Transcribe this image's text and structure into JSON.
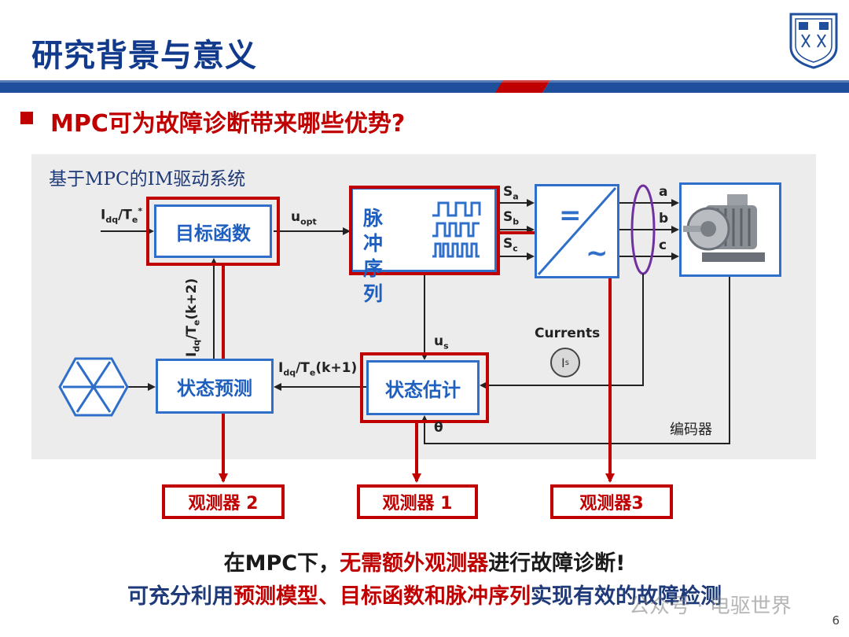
{
  "header": {
    "title": "研究背景与意义",
    "question": "MPC可为故障诊断带来哪些优势?"
  },
  "diagram": {
    "panel_title": "基于MPC的IM驱动系统",
    "blocks": {
      "target_function": "目标函数",
      "pulse_seq_line1": "脉 冲",
      "pulse_seq_line2": "序 列",
      "state_estimation": "状态估计",
      "state_prediction": "状态预测",
      "inverter_dc": "=",
      "inverter_ac": "~"
    },
    "labels": {
      "ref_input": "I",
      "ref_input_sub": "dq",
      "ref_input_rest": "/T",
      "ref_input_e": "e",
      "ref_input_star": "*",
      "u_opt": "u",
      "u_opt_sub": "opt",
      "Sa": "S",
      "Sa_sub": "a",
      "Sb": "S",
      "Sb_sub": "b",
      "Sc": "S",
      "Sc_sub": "c",
      "phase_a": "a",
      "phase_b": "b",
      "phase_c": "c",
      "feedback_vertical": "I",
      "feedback_vertical_sub": "dq",
      "feedback_vertical_rest": "/T",
      "feedback_vertical_e": "e",
      "feedback_vertical_k": "(k+2)",
      "pred_input": "I",
      "pred_input_sub": "dq",
      "pred_input_rest": "/T",
      "pred_input_e": "e",
      "pred_input_k": "(k+1)",
      "us": "u",
      "us_sub": "s",
      "currents": "Currents",
      "is": "I",
      "is_sub": "s",
      "theta": "θ",
      "encoder": "编码器"
    },
    "observers": {
      "obs2": "观测器 2",
      "obs1": "观测器 1",
      "obs3": "观测器3"
    }
  },
  "conclusion": {
    "line1_a": "在MPC下，",
    "line1_b": "无需额外观测器",
    "line1_c": "进行故障诊断!",
    "line2_a": "可充分利用",
    "line2_b": "预测模型、目标函数和脉冲序列",
    "line2_c": "实现有效的故障检测"
  },
  "footer": {
    "watermark": "公众号 · 电驱世界",
    "page_number": "6"
  },
  "colors": {
    "title_blue": "#123a8c",
    "accent_red": "#c00000",
    "block_blue": "#2f6fca"
  }
}
